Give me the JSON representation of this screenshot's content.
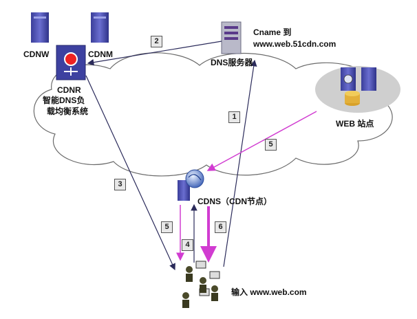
{
  "labels": {
    "cdnw": "CDNW",
    "cdnm": "CDNM",
    "cdnr": "CDNR",
    "cdnr_desc_line1": "智能DNS负",
    "cdnr_desc_line2": "载均衡系统",
    "cname_line1": "Cname 到",
    "cname_line2": "www.web.51cdn.com",
    "dns_server": "DNS服务器",
    "web_site": "WEB 站点",
    "cdns": "CDNS（CDN节点）",
    "user_input": "输入 www.web.com"
  },
  "steps": [
    "1",
    "2",
    "3",
    "4",
    "5",
    "5",
    "6"
  ],
  "colors": {
    "arrow_dark": "#2a2a5a",
    "arrow_magenta": "#d13cd1",
    "cloud_stroke": "#6a6a6a",
    "server_purple": "#4b4fb0"
  }
}
